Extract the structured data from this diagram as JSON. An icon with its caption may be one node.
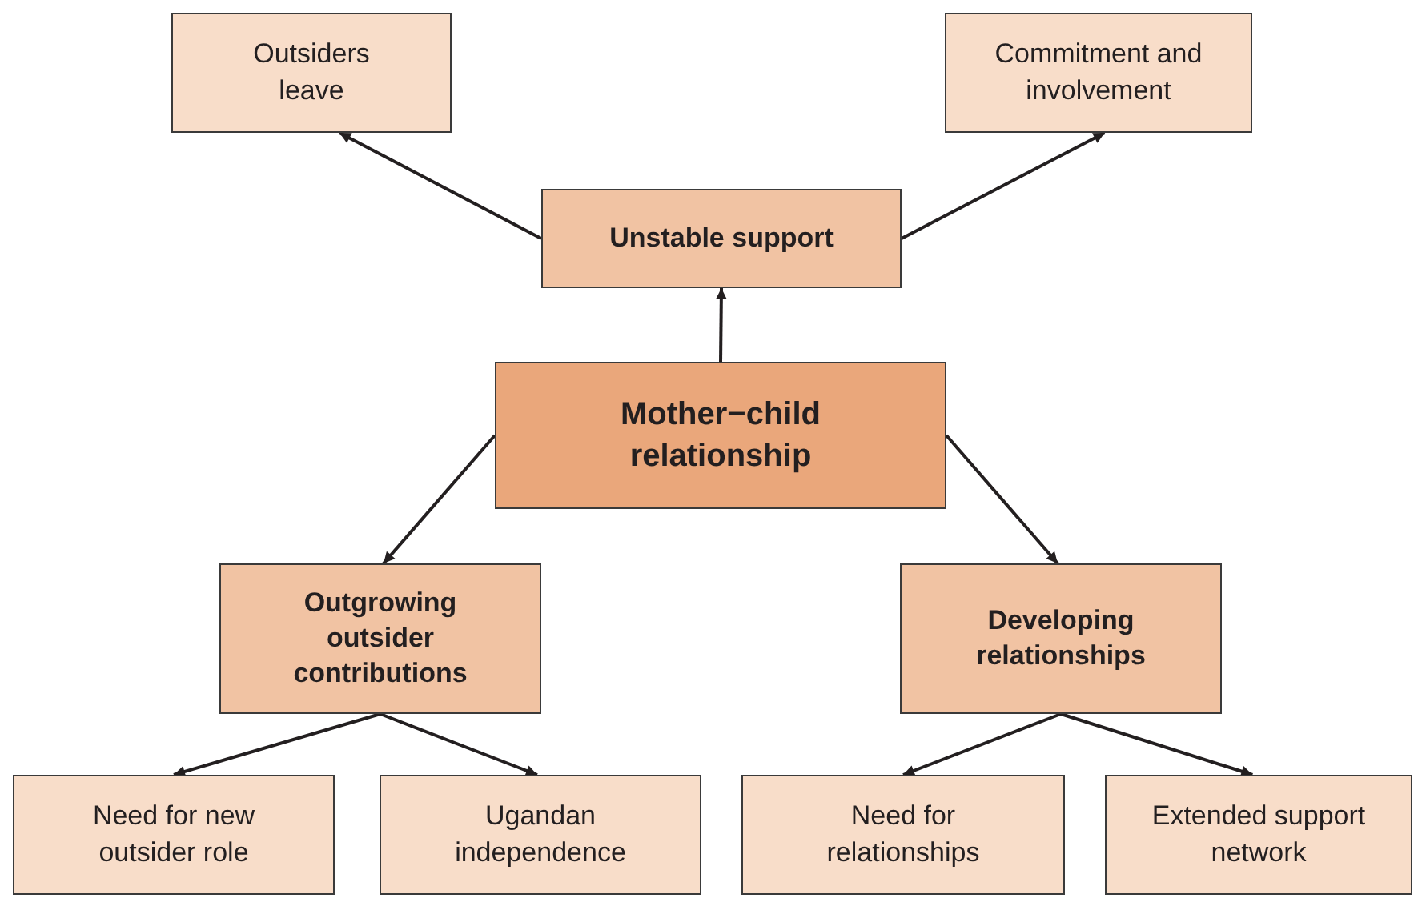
{
  "diagram": {
    "nodes": [
      {
        "text": [
          "Outsiders leave"
        ]
      },
      {
        "text": [
          "Commitment and involvement"
        ]
      },
      {
        "text": [
          "Unstable support"
        ]
      },
      {
        "text": [
          "Mother−child relationship"
        ]
      },
      {
        "text": [
          "Outgrowing outsider contributions"
        ]
      },
      {
        "text": [
          "Developing relationships"
        ]
      },
      {
        "text": [
          "Need for new outsider role"
        ]
      },
      {
        "text": [
          "Ugandan independence"
        ]
      },
      {
        "text": [
          "Need for relationships"
        ]
      },
      {
        "text": [
          "Extended support network"
        ]
      }
    ],
    "edges": [
      {
        "from": 3,
        "to": 2,
        "arrow": "to"
      },
      {
        "from": 2,
        "to": 0,
        "arrow": "to"
      },
      {
        "from": 2,
        "to": 1,
        "arrow": "to"
      },
      {
        "from": 3,
        "to": 4,
        "arrow": "to"
      },
      {
        "from": 3,
        "to": 5,
        "arrow": "to"
      },
      {
        "from": 4,
        "to": 6,
        "arrow": "to"
      },
      {
        "from": 4,
        "to": 7,
        "arrow": "to"
      },
      {
        "from": 5,
        "to": 8,
        "arrow": "to"
      },
      {
        "from": 5,
        "to": 9,
        "arrow": "to"
      }
    ]
  }
}
